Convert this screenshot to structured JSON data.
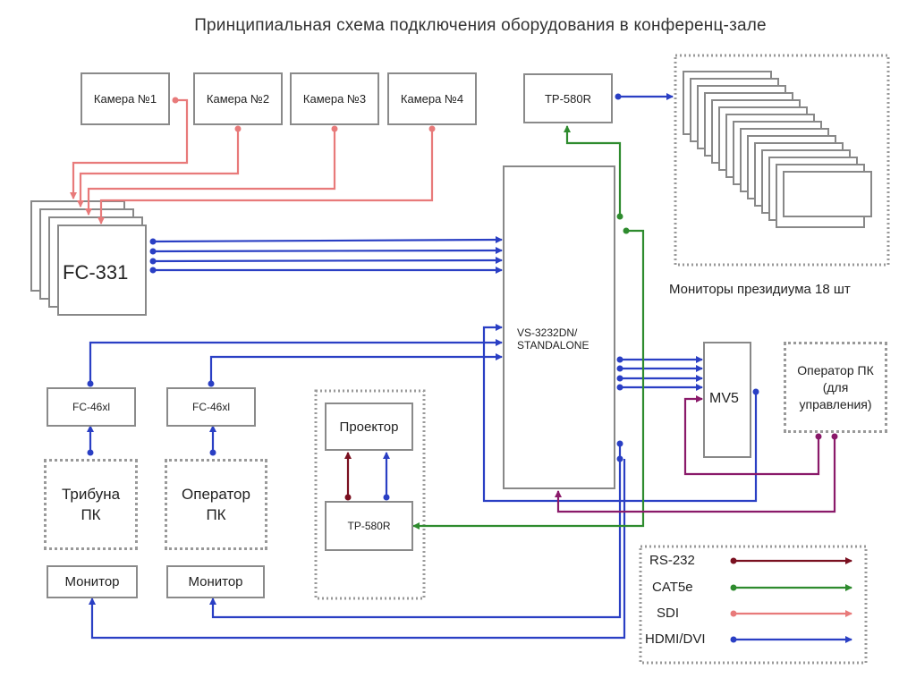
{
  "title": "Принципиальная схема подключения оборудования в конференц-зале",
  "cameras": [
    "Камера №1",
    "Камера №2",
    "Камера №3",
    "Камера №4"
  ],
  "devices": {
    "fc331": "FC-331",
    "matrix": "VS-3232DN/ STANDALONE",
    "tp580r_top": "TP-580R",
    "tp580r_bottom": "TP-580R",
    "projector": "Проектор",
    "mv5": "MV5",
    "fc46_left": "FC-46xl",
    "fc46_right": "FC-46xl",
    "tribune_pc": "Трибуна ПК",
    "operator_pc": "Оператор ПК",
    "monitor_left": "Монитор",
    "monitor_right": "Монитор",
    "operator_control_pc": "Оператор ПК (для управления)"
  },
  "presidium_label": "Мониторы президиума 18 шт",
  "legend": [
    {
      "label": "RS-232",
      "color": "#7a1020"
    },
    {
      "label": "CAT5e",
      "color": "#2e8b2e"
    },
    {
      "label": "SDI",
      "color": "#e87a7a"
    },
    {
      "label": "HDMI/DVI",
      "color": "#2a3fc4"
    }
  ],
  "colors": {
    "rs232": "#7a1020",
    "cat5e": "#2e8b2e",
    "sdi": "#e87a7a",
    "hdmi": "#2a3fc4",
    "purple": "#8a1a6a"
  }
}
